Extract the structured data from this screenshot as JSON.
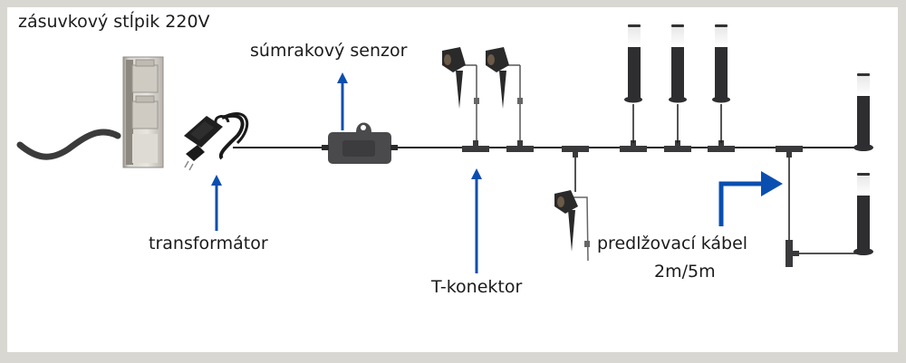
{
  "title": "zásuvkový stĺpik 220V",
  "labels": {
    "sensor": "súmrakový senzor",
    "transformer": "transformátor",
    "t_connector": "T-konektor",
    "extension_line1": "predlžovací kábel",
    "extension_line2": "2m/5m"
  },
  "components": {
    "socket_post": "socket-post",
    "transformer": "transformer",
    "sensor": "dusk-sensor",
    "spotlights": 3,
    "bollards": 5,
    "t_connectors": 7
  },
  "colors": {
    "arrow": "#0a4fb0",
    "cable": "#1a1a1a",
    "device": "#3a3a3c",
    "frame": "#d8d7d2",
    "panel": "#ffffff"
  }
}
